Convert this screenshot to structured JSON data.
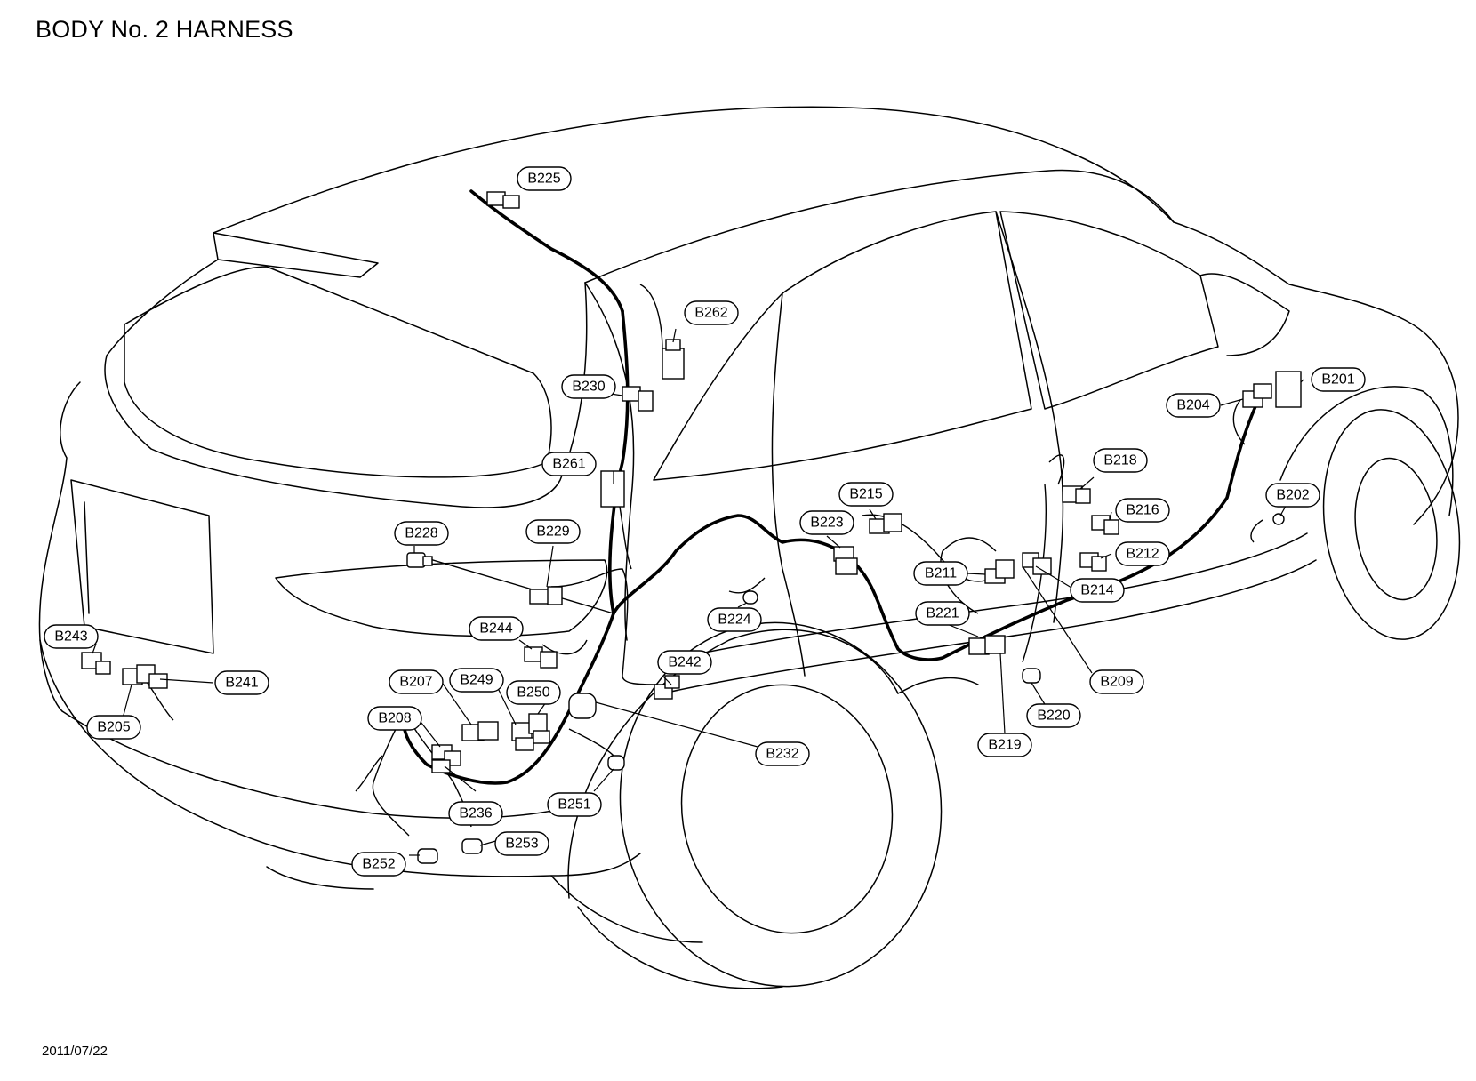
{
  "title": "BODY No. 2 HARNESS",
  "date": "2011/07/22",
  "connectors": [
    {
      "id": "B201",
      "label": "B201"
    },
    {
      "id": "B202",
      "label": "B202"
    },
    {
      "id": "B204",
      "label": "B204"
    },
    {
      "id": "B205",
      "label": "B205"
    },
    {
      "id": "B207",
      "label": "B207"
    },
    {
      "id": "B208",
      "label": "B208"
    },
    {
      "id": "B209",
      "label": "B209"
    },
    {
      "id": "B211",
      "label": "B211"
    },
    {
      "id": "B212",
      "label": "B212"
    },
    {
      "id": "B214",
      "label": "B214"
    },
    {
      "id": "B215",
      "label": "B215"
    },
    {
      "id": "B216",
      "label": "B216"
    },
    {
      "id": "B218",
      "label": "B218"
    },
    {
      "id": "B219",
      "label": "B219"
    },
    {
      "id": "B220",
      "label": "B220"
    },
    {
      "id": "B221",
      "label": "B221"
    },
    {
      "id": "B223",
      "label": "B223"
    },
    {
      "id": "B224",
      "label": "B224"
    },
    {
      "id": "B225",
      "label": "B225"
    },
    {
      "id": "B228",
      "label": "B228"
    },
    {
      "id": "B229",
      "label": "B229"
    },
    {
      "id": "B230",
      "label": "B230"
    },
    {
      "id": "B232",
      "label": "B232"
    },
    {
      "id": "B236",
      "label": "B236"
    },
    {
      "id": "B241",
      "label": "B241"
    },
    {
      "id": "B242",
      "label": "B242"
    },
    {
      "id": "B243",
      "label": "B243"
    },
    {
      "id": "B244",
      "label": "B244"
    },
    {
      "id": "B249",
      "label": "B249"
    },
    {
      "id": "B250",
      "label": "B250"
    },
    {
      "id": "B251",
      "label": "B251"
    },
    {
      "id": "B252",
      "label": "B252"
    },
    {
      "id": "B253",
      "label": "B253"
    },
    {
      "id": "B261",
      "label": "B261"
    },
    {
      "id": "B262",
      "label": "B262"
    }
  ]
}
